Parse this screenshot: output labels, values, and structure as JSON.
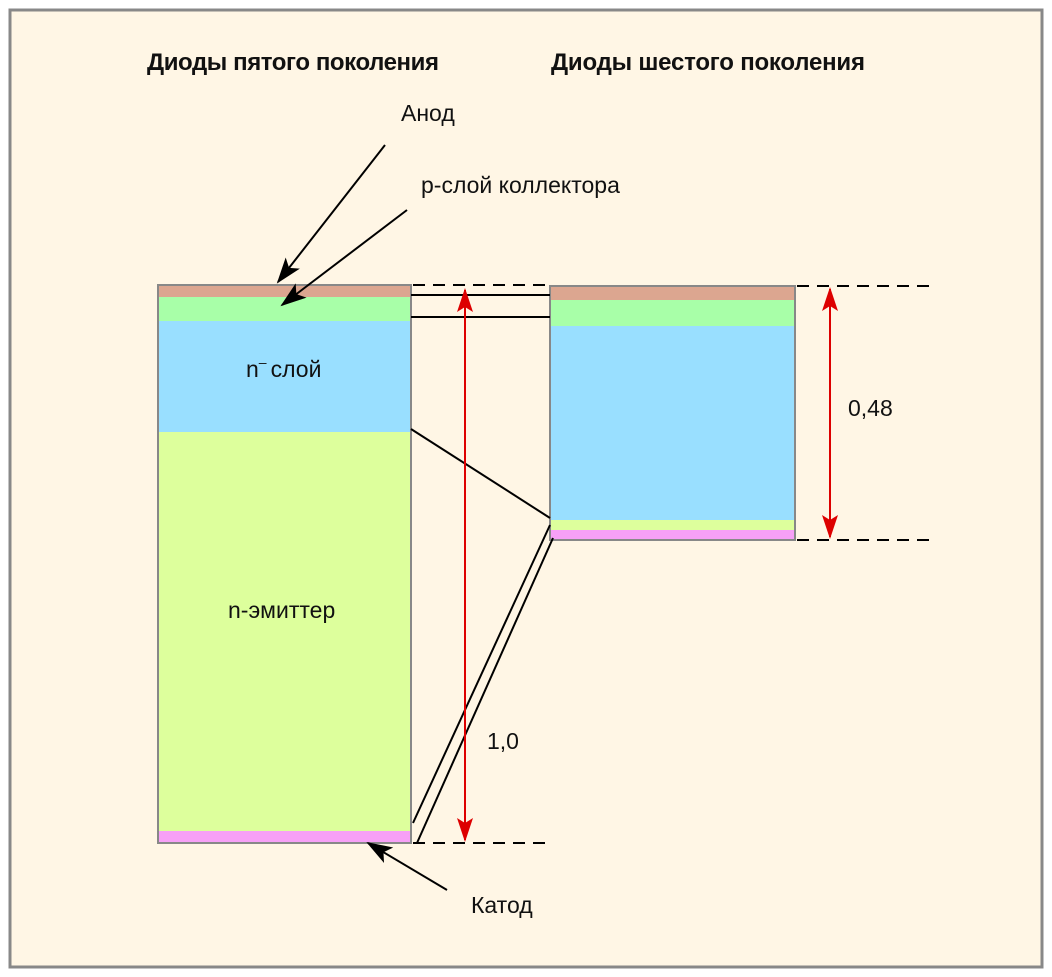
{
  "titles": {
    "left": "Диоды пятого поколения",
    "right": "Диоды шестого поколения"
  },
  "labels": {
    "anode": "Анод",
    "p_collector": "р-слой коллектора",
    "n_minus": "n",
    "n_minus_sup": "–",
    "n_minus_word": "слой",
    "n_emitter": "n-эмиттер",
    "cathode": "Катод",
    "thickness_left": "1,0",
    "thickness_right": "0,48"
  },
  "colors": {
    "background": "#fff6e5",
    "anode": "#dca690",
    "p_collector": "#a8ffa8",
    "n_minus": "#99dfff",
    "n_emitter": "#ddff9c",
    "cathode": "#f7a0f7",
    "dimension_arrow": "#dd0000"
  }
}
